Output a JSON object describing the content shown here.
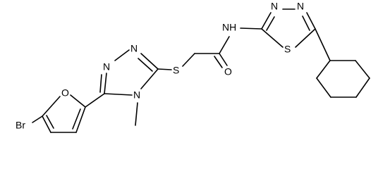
{
  "molecule": {
    "atoms": {
      "bromine": "Br",
      "furan_oxygen": "O",
      "triazole_n1": "N",
      "triazole_n2": "N",
      "triazole_n4": "N",
      "sulfur_thioether": "S",
      "carbonyl_oxygen": "O",
      "amide_nh": "NH",
      "thiadiazole_n3": "N",
      "thiadiazole_n4": "N",
      "thiadiazole_s": "S"
    }
  },
  "colors": {
    "bond": "#000000",
    "label": "#000000",
    "background": "#ffffff"
  }
}
